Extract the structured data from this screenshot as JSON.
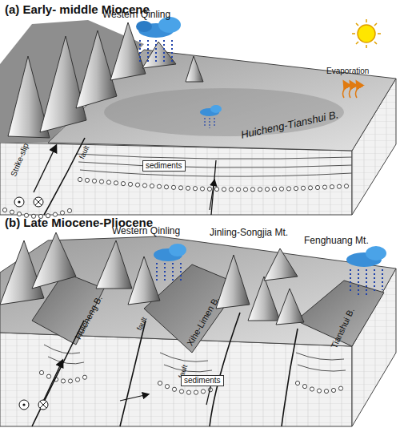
{
  "diagram": {
    "labels": [
      "(a) Early- middle Miocene",
      "Western Qinling",
      "Evaporation",
      "Huicheng-Tianshui B.",
      "fault",
      "sediments",
      "Strike-slip",
      "(b) Late Miocene-Pliocene",
      "Western Qinling",
      "Jinling-Songjia Mt.",
      "Fenghuang Mt.",
      "Huicheng B.",
      "fault",
      "Xihe-Limen B.",
      "fault",
      "sediments",
      "Tianshui B."
    ]
  }
}
